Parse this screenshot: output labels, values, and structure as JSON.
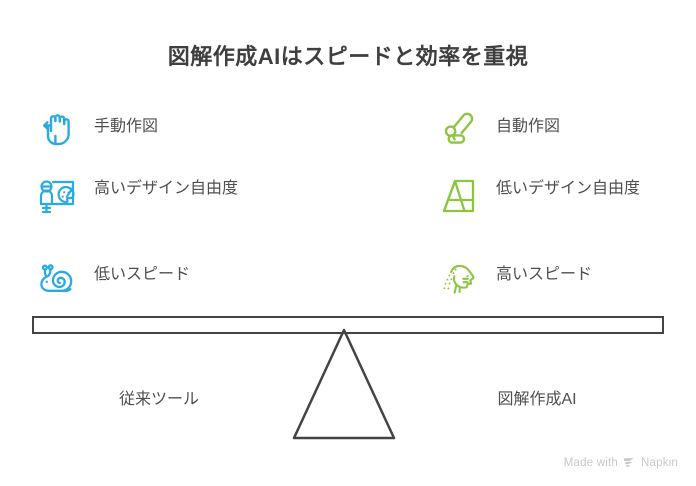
{
  "page": {
    "title": "図解作成AIはスピードと効率を重視",
    "background_color": "#ffffff",
    "text_color": "#4f4f4f"
  },
  "colors": {
    "left_accent": "#29ABE2",
    "right_accent": "#8CC63F",
    "outline": "#444444",
    "title": "#3f3f3f",
    "watermark": "#c8c8c8"
  },
  "left_column": {
    "side_label": "従来ツール",
    "items": [
      {
        "icon": "hand-icon",
        "label": "手動作図"
      },
      {
        "icon": "designer-palette-icon",
        "label": "高いデザイン自由度"
      },
      {
        "icon": "snail-icon",
        "label": "低いスピード"
      }
    ]
  },
  "right_column": {
    "side_label": "図解作成AI",
    "items": [
      {
        "icon": "robot-arm-icon",
        "label": "自動作図"
      },
      {
        "icon": "template-shape-icon",
        "label": "低いデザイン自由度"
      },
      {
        "icon": "cheetah-icon",
        "label": "高いスピード"
      }
    ]
  },
  "seesaw": {
    "beam": "balance-beam",
    "fulcrum": "triangle-fulcrum"
  },
  "watermark": {
    "prefix": "Made with",
    "brand": "Napkin",
    "logo": "napkin-logo-icon"
  }
}
